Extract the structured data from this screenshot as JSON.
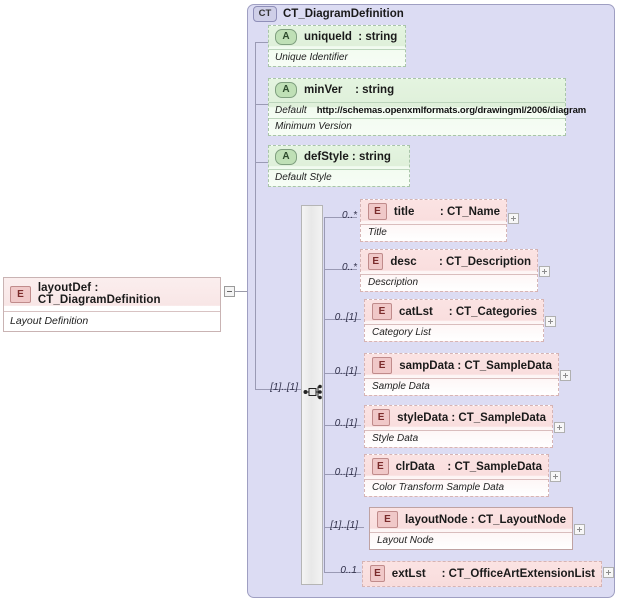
{
  "diagram": {
    "kind": "xsd-schema-diagram",
    "root_element": {
      "badge": "E",
      "name": "layoutDef : CT_DiagramDefinition",
      "annotation": "Layout Definition",
      "collapse_toggle": "-"
    },
    "complex_type": {
      "badge": "CT",
      "title": "CT_DiagramDefinition",
      "attributes": [
        {
          "badge": "A",
          "name": "uniqueId  : string",
          "annotation": "Unique Identifier",
          "default_label": null,
          "default_value": null
        },
        {
          "badge": "A",
          "name": "minVer    : string",
          "annotation": "Minimum Version",
          "default_label": "Default",
          "default_value": "http://schemas.openxmlformats.org/drawingml/2006/diagram"
        },
        {
          "badge": "A",
          "name": "defStyle : string",
          "annotation": "Default Style",
          "default_label": null,
          "default_value": null
        }
      ],
      "compositor": {
        "type": "sequence",
        "icon": "sequence-icon",
        "cardinality": "[1]..[1]"
      },
      "elements": [
        {
          "badge": "E",
          "cardinality": "0..*",
          "name": "title        : CT_Name",
          "annotation": "Title",
          "required": false,
          "expand": "+"
        },
        {
          "badge": "E",
          "cardinality": "0..*",
          "name": "desc       : CT_Description",
          "annotation": "Description",
          "required": false,
          "expand": "+"
        },
        {
          "badge": "E",
          "cardinality": "0..[1]",
          "name": "catLst     : CT_Categories",
          "annotation": "Category List",
          "required": false,
          "expand": "+"
        },
        {
          "badge": "E",
          "cardinality": "0..[1]",
          "name": "sampData : CT_SampleData",
          "annotation": "Sample Data",
          "required": false,
          "expand": "+"
        },
        {
          "badge": "E",
          "cardinality": "0..[1]",
          "name": "styleData : CT_SampleData",
          "annotation": "Style Data",
          "required": false,
          "expand": "+"
        },
        {
          "badge": "E",
          "cardinality": "0..[1]",
          "name": "clrData    : CT_SampleData",
          "annotation": "Color Transform Sample Data",
          "required": false,
          "expand": "+"
        },
        {
          "badge": "E",
          "cardinality": "[1]..[1]",
          "name": "layoutNode : CT_LayoutNode",
          "annotation": "Layout Node",
          "required": true,
          "expand": "+"
        },
        {
          "badge": "E",
          "cardinality": "0..1",
          "name": "extLst     : CT_OfficeArtExtensionList",
          "annotation": null,
          "required": false,
          "expand": "+"
        }
      ]
    }
  },
  "colors": {
    "container_bg": "#dcdcf3",
    "container_border": "#9f9fc2",
    "element_pink": "#f9dede",
    "attribute_green": "#dff0da",
    "connector": "#9a9ab4"
  }
}
